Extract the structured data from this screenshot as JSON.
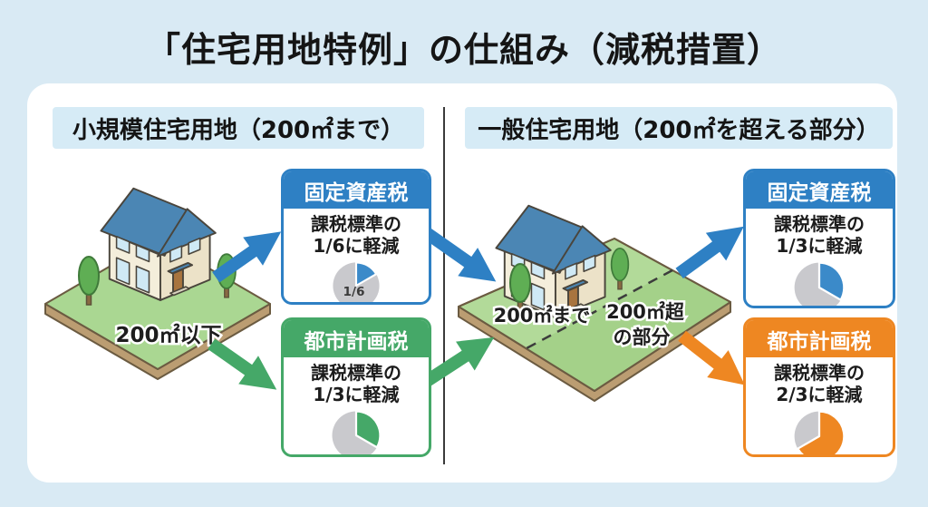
{
  "title": "「住宅用地特例」の仕組み（減税措置）",
  "colors": {
    "background": "#d9eaf4",
    "panel": "#ffffff",
    "header_band": "#d6ebf6",
    "blue": "#2e80c4",
    "green": "#45a868",
    "orange": "#ee8722",
    "pie_gray": "#c9c9cd",
    "land_green": "#aad792",
    "roof_blue": "#4b86b4"
  },
  "left_section": {
    "header": "小規模住宅用地（200㎡まで）",
    "land_label": "200㎡以下",
    "fixed_asset_box": {
      "header": "固定資産税",
      "body_line1": "課税標準の",
      "body_line2": "1/6に軽減",
      "pie_label": "1/6",
      "pie_fraction": "1/6",
      "pie_value": 0.1667
    },
    "city_planning_box": {
      "header": "都市計画税",
      "body_line1": "課税標準の",
      "body_line2": "1/3に軽減",
      "pie_fraction": "1/3",
      "pie_value": 0.3333
    }
  },
  "right_section": {
    "header": "一般住宅用地（200㎡を超える部分）",
    "land_label_within": "200㎡まで",
    "land_label_excess_line1": "200㎡超",
    "land_label_excess_line2": "の部分",
    "fixed_asset_box": {
      "header": "固定資産税",
      "body_line1": "課税標準の",
      "body_line2": "1/3に軽減",
      "pie_fraction": "1/3",
      "pie_value": 0.3333
    },
    "city_planning_box": {
      "header": "都市計画税",
      "body_line1": "課税標準の",
      "body_line2": "2/3に軽減",
      "pie_fraction": "2/3",
      "pie_value": 0.6667
    }
  }
}
